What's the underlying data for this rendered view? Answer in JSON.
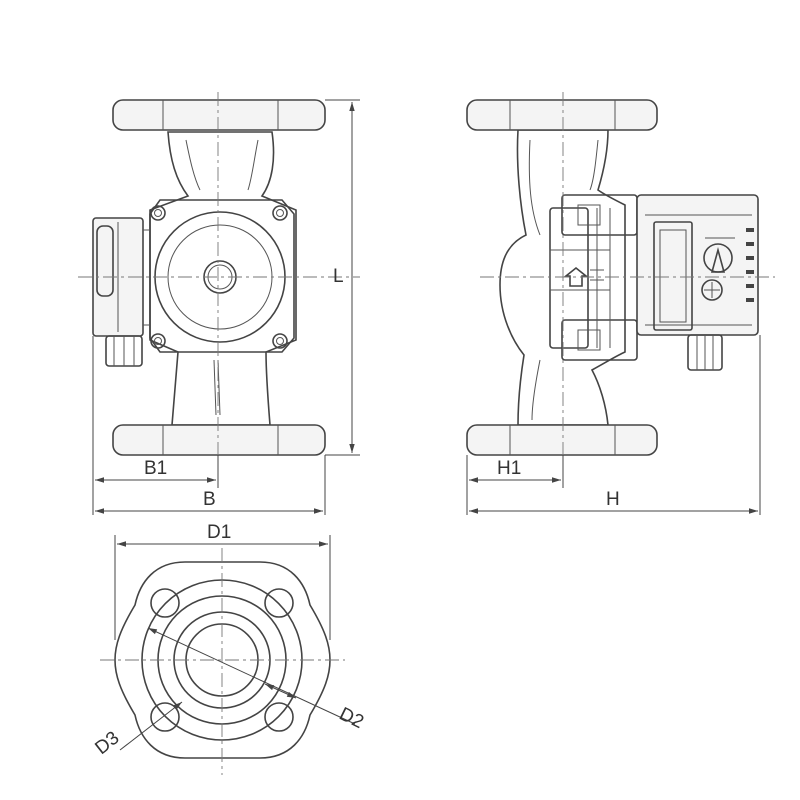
{
  "labels": {
    "L": "L",
    "B1": "B1",
    "B": "B",
    "H1": "H1",
    "H": "H",
    "D1": "D1",
    "D2": "D2",
    "D3": "D3"
  },
  "colors": {
    "stroke": "#444444",
    "background": "#ffffff"
  }
}
